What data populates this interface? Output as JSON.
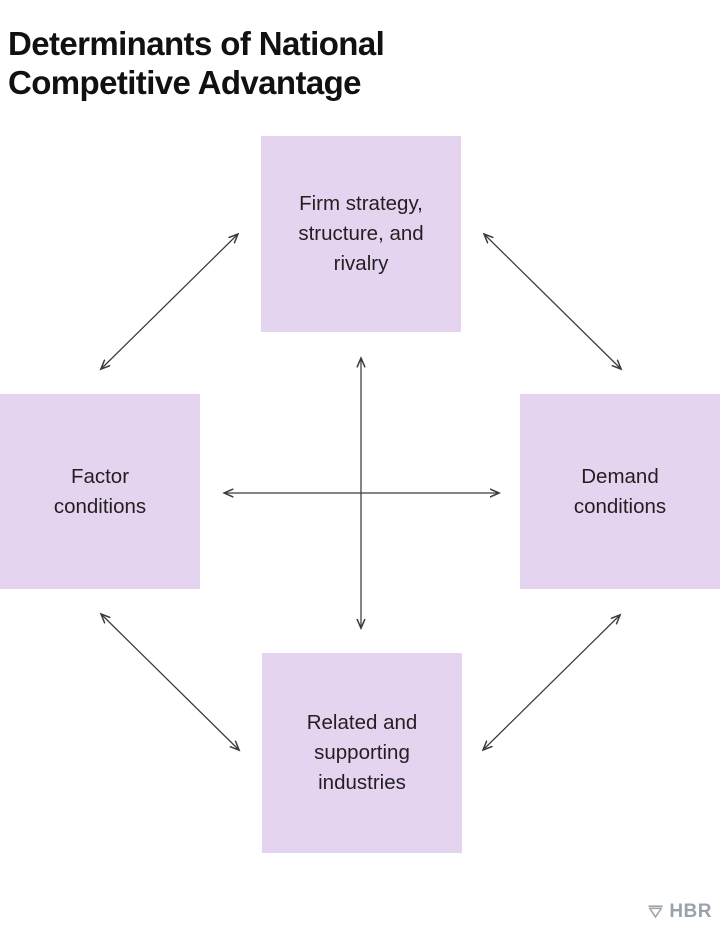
{
  "page": {
    "title": "Determinants of National\nCompetitive Advantage",
    "background_color": "#ffffff",
    "box_fill_color": "#e5d4f0",
    "box_text_color": "#231f20",
    "arrow_color": "#3a3a3a",
    "title_color": "#111111"
  },
  "diagram": {
    "type": "diamond-model",
    "boxes": [
      {
        "id": "firm-strategy",
        "label": "Firm strategy,\nstructure, and\nrivalry",
        "position": "top"
      },
      {
        "id": "factor-conditions",
        "label": "Factor\nconditions",
        "position": "left"
      },
      {
        "id": "demand-conditions",
        "label": "Demand\nconditions",
        "position": "right"
      },
      {
        "id": "related-supporting",
        "label": "Related and\nsupporting\nindustries",
        "position": "bottom"
      }
    ],
    "connectors": [
      {
        "id": "center-vertical",
        "style": "double-headed-arrow",
        "orientation": "vertical",
        "connects": [
          "firm-strategy",
          "related-supporting"
        ]
      },
      {
        "id": "center-horizontal",
        "style": "double-headed-arrow",
        "orientation": "horizontal",
        "connects": [
          "factor-conditions",
          "demand-conditions"
        ]
      },
      {
        "id": "diagonal-top-left",
        "style": "double-headed-arrow",
        "orientation": "diagonal",
        "connects": [
          "factor-conditions",
          "firm-strategy"
        ]
      },
      {
        "id": "diagonal-top-right",
        "style": "double-headed-arrow",
        "orientation": "diagonal",
        "connects": [
          "firm-strategy",
          "demand-conditions"
        ]
      },
      {
        "id": "diagonal-bottom-left",
        "style": "double-headed-arrow",
        "orientation": "diagonal",
        "connects": [
          "factor-conditions",
          "related-supporting"
        ]
      },
      {
        "id": "diagonal-bottom-right",
        "style": "double-headed-arrow",
        "orientation": "diagonal",
        "connects": [
          "related-supporting",
          "demand-conditions"
        ]
      }
    ]
  },
  "branding": {
    "logo_icon": "hbr-funnel-icon",
    "wordmark": "HBR",
    "color": "#9aa3ab"
  }
}
